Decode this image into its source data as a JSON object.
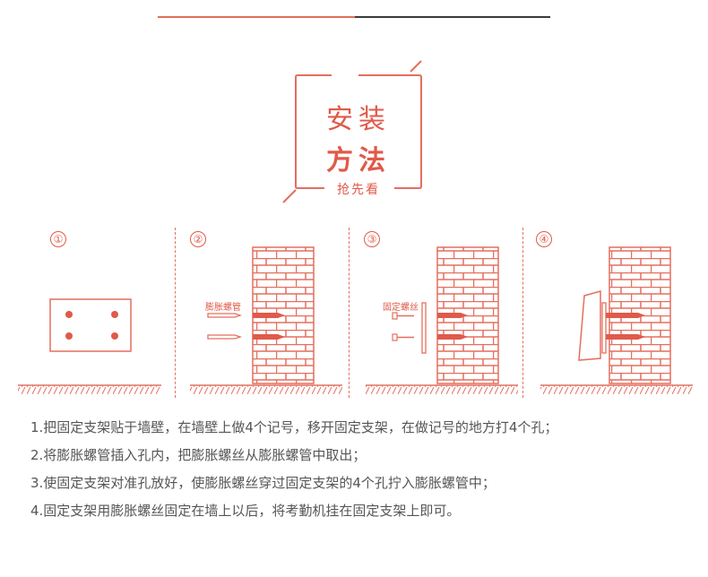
{
  "title": {
    "line1": "安装",
    "line2": "方法",
    "subtitle": "抢先看"
  },
  "steps": [
    {
      "number": "①"
    },
    {
      "number": "②",
      "tag": "膨胀螺管"
    },
    {
      "number": "③",
      "tag": "固定螺丝"
    },
    {
      "number": "④"
    }
  ],
  "instructions": [
    "1.把固定支架贴于墙壁，在墙壁上做4个记号，移开固定支架，在做记号的地方打4个孔；",
    "2.将膨胀螺管插入孔内，把膨胀螺丝从膨胀螺管中取出；",
    "3.使固定支架对准孔放好，使膨胀螺丝穿过固定支架的4个孔拧入膨胀螺管中；",
    "4.固定支架用膨胀螺丝固定在墙上以后，将考勤机挂在固定支架上即可。"
  ],
  "colors": {
    "accent": "#e05a4a",
    "line_dark": "#3b3b3b",
    "text": "#555555"
  }
}
